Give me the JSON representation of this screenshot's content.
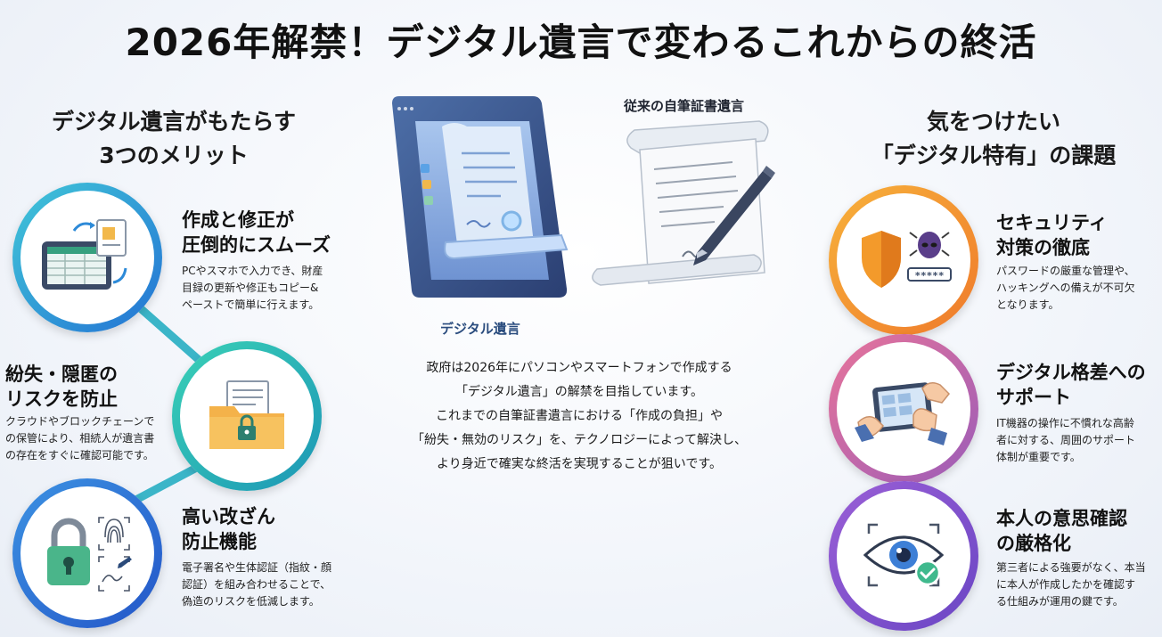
{
  "title": "2026年解禁！デジタル遺言で変わるこれからの終活",
  "left": {
    "heading_line1": "デジタル遺言がもたらす",
    "heading_line2": "3つのメリット",
    "items": [
      {
        "head1": "作成と修正が",
        "head2": "圧倒的にスムーズ",
        "desc": [
          "PCやスマホで入力でき、財産",
          "目録の更新や修正もコピー&",
          "ペーストで簡単に行えます。"
        ],
        "icon": "tablet-documents-icon",
        "color": "#2d8ad8"
      },
      {
        "head1": "紛失・隠匿の",
        "head2": "リスクを防止",
        "desc": [
          "クラウドやブロックチェーンで",
          "の保管により、相続人が遺言書",
          "の存在をすぐに確認可能です。"
        ],
        "icon": "folder-lock-icon",
        "color": "#2cb6a8"
      },
      {
        "head1": "高い改ざん",
        "head2": "防止機能",
        "desc": [
          "電子署名や生体認証（指紋・顔",
          "認証）を組み合わせることで、",
          "偽造のリスクを低減します。"
        ],
        "icon": "padlock-fingerprint-icon",
        "color": "#2a7fd0"
      }
    ]
  },
  "center": {
    "digital_label": "デジタル遺言",
    "traditional_label": "従来の自筆証書遺言",
    "body": [
      "政府は2026年にパソコンやスマートフォンで作成する",
      "「デジタル遺言」の解禁を目指しています。",
      "これまでの自筆証書遺言における「作成の負担」や",
      "「紛失・無効のリスク」を、テクノロジーによって解決し、",
      "より身近で確実な終活を実現することが狙いです。"
    ]
  },
  "right": {
    "heading_line1": "気をつけたい",
    "heading_line2": "「デジタル特有」の課題",
    "password_mask": "*****",
    "items": [
      {
        "head1": "セキュリティ",
        "head2": "対策の徹底",
        "desc": [
          "パスワードの厳重な管理や、",
          "ハッキングへの備えが不可欠",
          "となります。"
        ],
        "icon": "shield-hacker-icon",
        "color": "#f39a2b"
      },
      {
        "head1": "デジタル格差への",
        "head2": "サポート",
        "desc": [
          "IT機器の操作に不慣れな高齢",
          "者に対する、周囲のサポート",
          "体制が重要です。"
        ],
        "icon": "hands-tablet-icon",
        "color": "#c9607e"
      },
      {
        "head1": "本人の意思確認",
        "head2": "の厳格化",
        "desc": [
          "第三者による強要がなく、本当",
          "に本人が作成したかを確認す",
          "る仕組みが運用の鍵です。"
        ],
        "icon": "eye-verify-icon",
        "color": "#8a52c9"
      }
    ]
  }
}
